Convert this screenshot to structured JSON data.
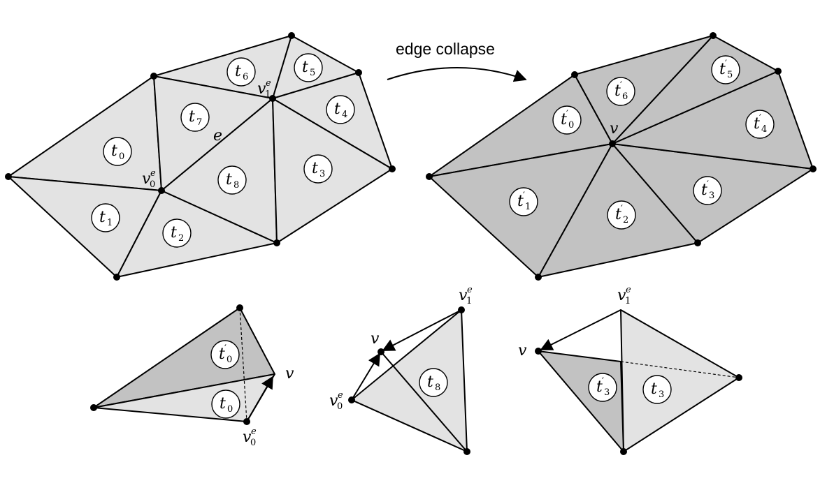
{
  "caption": "edge collapse",
  "labels": {
    "tri_t0": {
      "main": "t",
      "sub": "0",
      "prime": ""
    },
    "tri_t1": {
      "main": "t",
      "sub": "1",
      "prime": ""
    },
    "tri_t2": {
      "main": "t",
      "sub": "2",
      "prime": ""
    },
    "tri_t3": {
      "main": "t",
      "sub": "3",
      "prime": ""
    },
    "tri_t4": {
      "main": "t",
      "sub": "4",
      "prime": ""
    },
    "tri_t5": {
      "main": "t",
      "sub": "5",
      "prime": ""
    },
    "tri_t6": {
      "main": "t",
      "sub": "6",
      "prime": ""
    },
    "tri_t7": {
      "main": "t",
      "sub": "7",
      "prime": ""
    },
    "tri_t8": {
      "main": "t",
      "sub": "8",
      "prime": ""
    },
    "tri_t0p": {
      "main": "t",
      "sub": "0",
      "prime": "′"
    },
    "tri_t1p": {
      "main": "t",
      "sub": "1",
      "prime": "′"
    },
    "tri_t2p": {
      "main": "t",
      "sub": "2",
      "prime": "′"
    },
    "tri_t3p": {
      "main": "t",
      "sub": "3",
      "prime": "′"
    },
    "tri_t4p": {
      "main": "t",
      "sub": "4",
      "prime": "′"
    },
    "tri_t5p": {
      "main": "t",
      "sub": "5",
      "prime": "′"
    },
    "tri_t6p": {
      "main": "t",
      "sub": "6",
      "prime": "′"
    },
    "edge_e": {
      "main": "e"
    },
    "vertex_v0e": {
      "main": "v",
      "sub": "0",
      "sup": "e"
    },
    "vertex_v1e": {
      "main": "v",
      "sub": "1",
      "sup": "e"
    },
    "vertex_v": {
      "main": "v"
    }
  }
}
